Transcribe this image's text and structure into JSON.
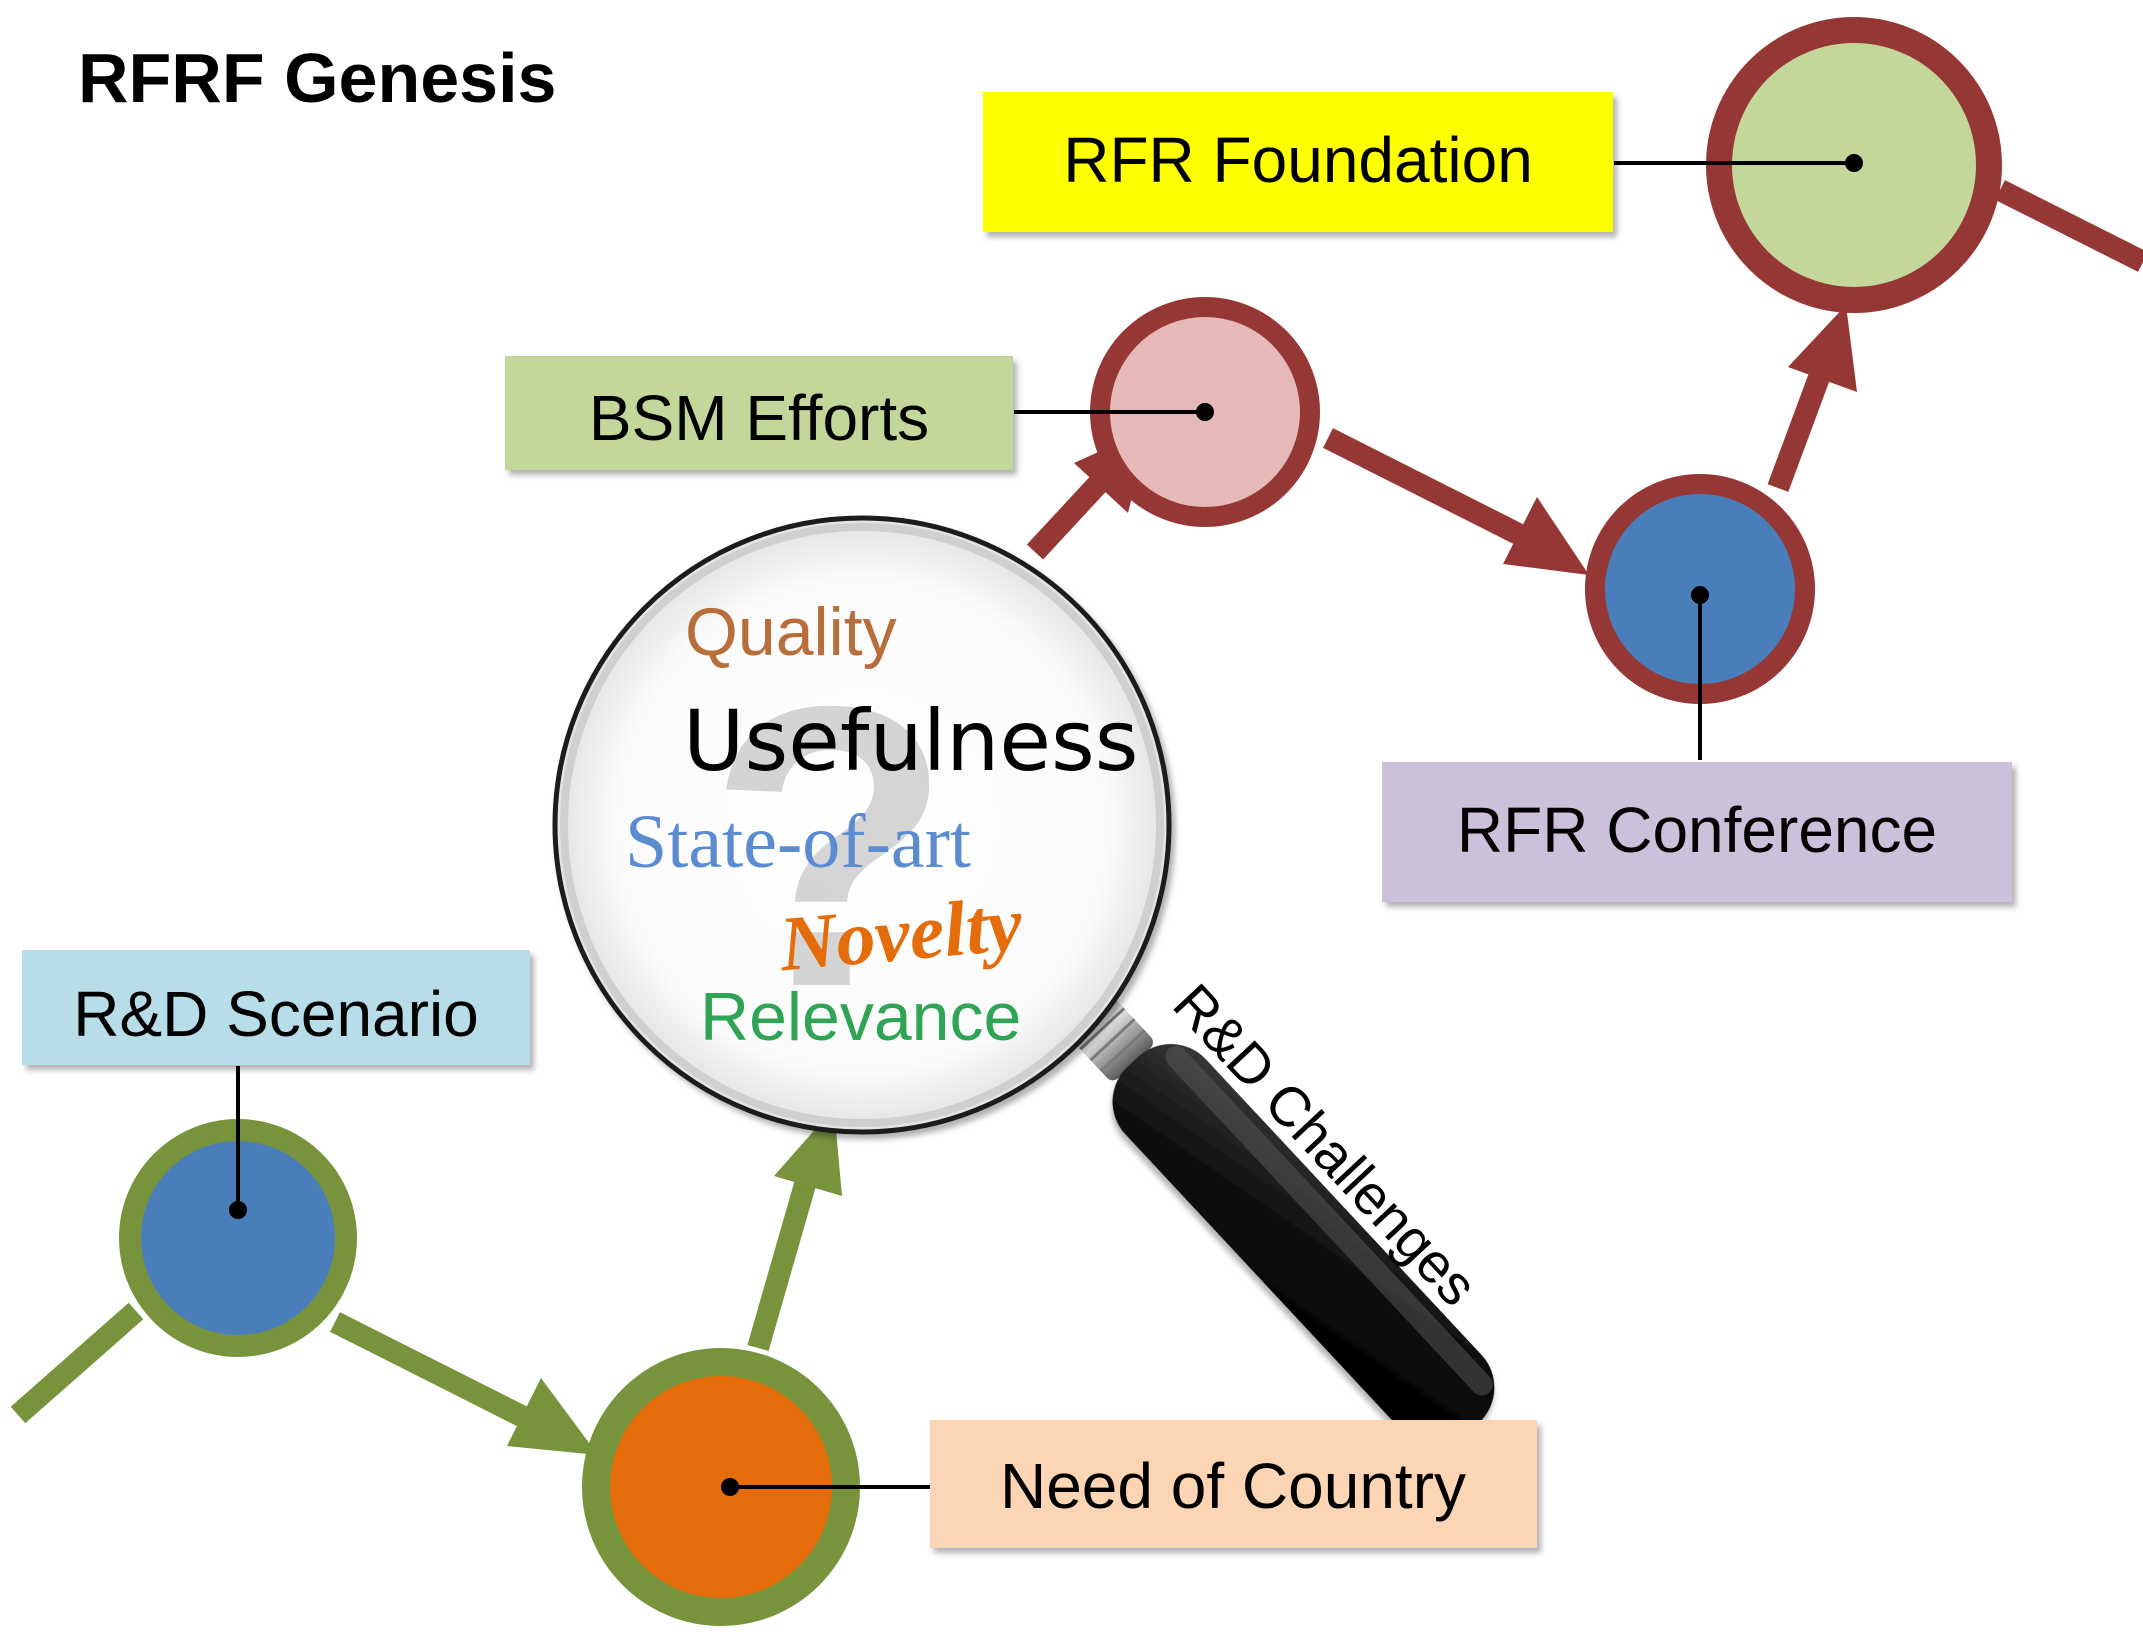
{
  "title": "RFRF Genesis",
  "nodes": {
    "rd_scenario": {
      "label": "R&D Scenario",
      "label_bg": "#b7dde8",
      "fill": "#4a7ebb",
      "ring": "#77933c"
    },
    "need_of_country": {
      "label": "Need of Country",
      "label_bg": "#fcd5b5",
      "fill": "#e46c0a",
      "ring": "#77933c"
    },
    "bsm_efforts": {
      "label": "BSM Efforts",
      "label_bg": "#c4d79b",
      "fill": "#e6b9b8",
      "ring": "#953735"
    },
    "rfr_conference": {
      "label": "RFR Conference",
      "label_bg": "#ccc1da",
      "fill": "#4a7ebb",
      "ring": "#953735"
    },
    "rfr_foundation": {
      "label": "RFR Foundation",
      "label_bg": "#ffff00",
      "fill": "#c4d79b",
      "ring": "#953735"
    }
  },
  "magnifier": {
    "words": [
      {
        "text": "Quality",
        "color": "#b76e3a"
      },
      {
        "text": "Usefulness",
        "color": "#000000"
      },
      {
        "text": "State-of-art",
        "color": "#5b8bd1"
      },
      {
        "text": "Novelty",
        "color": "#e46c0a"
      },
      {
        "text": "Relevance",
        "color": "#2fa455"
      }
    ],
    "watermark": "?",
    "handle_label": "R&D Challenges"
  },
  "colors": {
    "green_path": "#77933c",
    "red_path": "#953735",
    "connector": "#000000"
  }
}
